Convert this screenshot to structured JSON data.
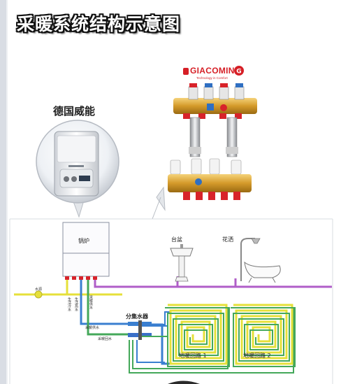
{
  "title": "采暖系统结构示意图",
  "boiler_brand_caption": "德国威能",
  "manifold_brand": {
    "name": "GIACOMINI",
    "tagline": "Technology in Comfort",
    "logo_glyph": "G",
    "color": "#d61f26"
  },
  "labels": {
    "boiler": "锅炉",
    "basin": "台盆",
    "shower": "花洒",
    "manifold": "分集水器",
    "loop1": "地暖回路 1",
    "loop2": "地暖回路 2",
    "inlet": "水源",
    "supply": "采暖供水",
    "return": "采暖回水",
    "pipe_v1": "生活冷水",
    "pipe_v2": "生活热水"
  },
  "colors": {
    "cold_water": "#e6e03a",
    "hot_water": "#b05ec8",
    "supply": "#3a7fd0",
    "return": "#44a85a",
    "valve": "#d8232a"
  }
}
